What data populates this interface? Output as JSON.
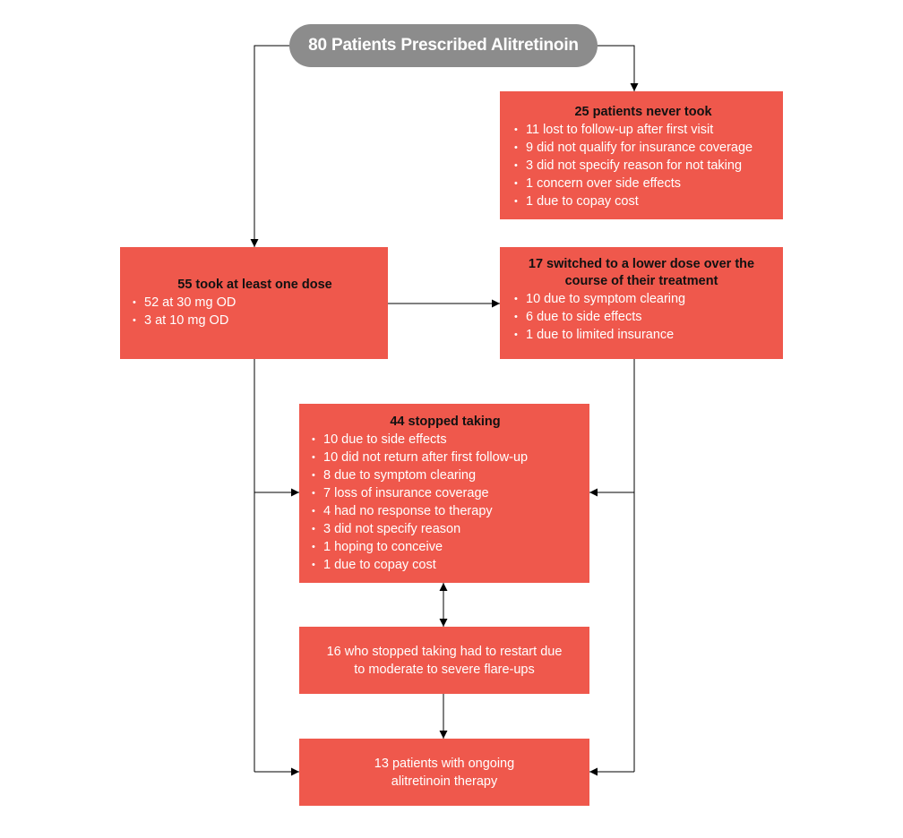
{
  "root": {
    "label": "80 Patients Prescribed Alitretinoin"
  },
  "never_took": {
    "title": "25 patients never took",
    "items": [
      "11 lost to follow-up after first visit",
      "9 did not qualify for insurance coverage",
      "3 did not specify reason for not taking",
      "1 concern over side effects",
      "1 due to copay cost"
    ]
  },
  "took_dose": {
    "title": "55 took at least one dose",
    "items": [
      "52 at 30 mg OD",
      "3 at 10 mg OD"
    ]
  },
  "switched": {
    "title": "17 switched to a lower dose over the course of their treatment",
    "items": [
      "10 due to symptom clearing",
      "6 due to side effects",
      "1 due to limited insurance"
    ]
  },
  "stopped": {
    "title": "44 stopped taking",
    "items": [
      "10 due to side effects",
      "10 did not return after first follow-up",
      "8 due to symptom clearing",
      "7 loss of insurance coverage",
      "4 had no response to therapy",
      "3 did not specify reason",
      "1 hoping to conceive",
      "1 due to copay cost"
    ]
  },
  "restart": {
    "text": "16 who stopped taking had to restart due to moderate to severe flare-ups"
  },
  "ongoing": {
    "text": "13 patients with ongoing alitretinoin therapy"
  },
  "colors": {
    "box": "#ef584c",
    "pill": "#8c8c8c",
    "heading": "#111111",
    "line": "#000000"
  }
}
